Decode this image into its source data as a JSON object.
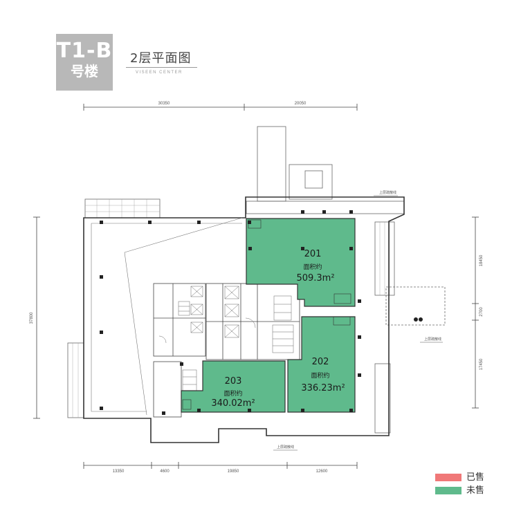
{
  "building": {
    "code": "T1-B",
    "label": "号楼"
  },
  "floor": {
    "title": "2层平面图",
    "subtitle": "VISEEN CENTER"
  },
  "units": [
    {
      "no": "201",
      "area_label": "面积约",
      "area": "509.3m²",
      "status": "未售"
    },
    {
      "no": "202",
      "area_label": "面积约",
      "area": "336.23m²",
      "status": "未售"
    },
    {
      "no": "203",
      "area_label": "面积约",
      "area": "340.02m²",
      "status": "未售"
    }
  ],
  "dimensions": {
    "top": [
      "30350",
      "20050"
    ],
    "bottom": [
      "13350",
      "4600",
      "19850",
      "12600"
    ],
    "left": [
      "37800"
    ],
    "right": [
      "18450",
      "2700",
      "17450"
    ]
  },
  "annotations": {
    "upper_top": "上层疏散线",
    "upper_right": "上层疏散线",
    "upper_bottom": "上层疏散线"
  },
  "legend": [
    {
      "label": "已售",
      "color": "#f07878"
    },
    {
      "label": "未售",
      "color": "#5fba8c"
    }
  ],
  "colors": {
    "unsold": "#5fba8c",
    "sold": "#f07878",
    "wall": "#333333"
  }
}
